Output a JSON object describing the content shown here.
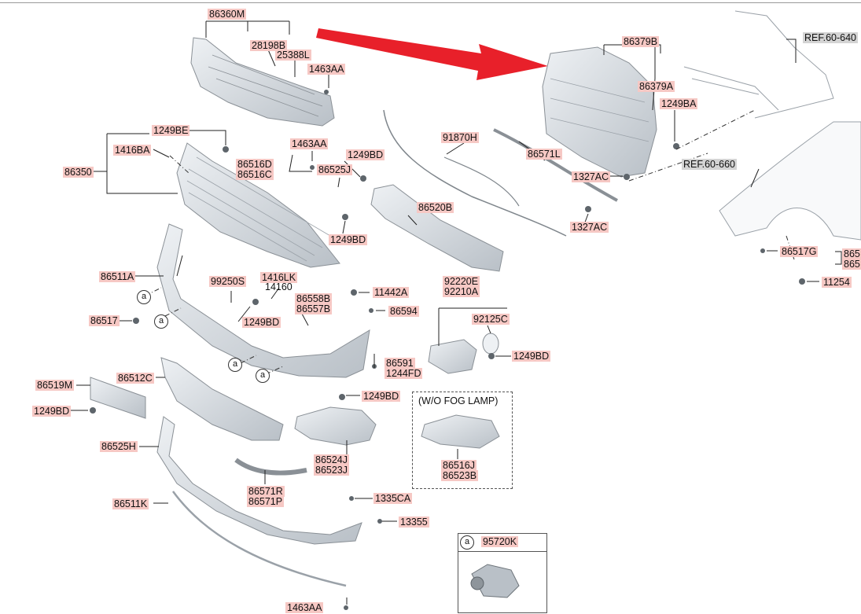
{
  "labels": {
    "l86360M": "86360M",
    "l28198B": "28198B",
    "l25388L": "25388L",
    "l1463AA_a": "1463AA",
    "l1249BE": "1249BE",
    "l1416BA": "1416BA",
    "l86350": "86350",
    "l1463AA_b": "1463AA",
    "l86516D": "86516D",
    "l86516C": "86516C",
    "l1249BD_a": "1249BD",
    "l86525J": "86525J",
    "l1249BD_b": "1249BD",
    "l86520B": "86520B",
    "l91870H": "91870H",
    "l86571L": "86571L",
    "l86379B": "86379B",
    "l86379A": "86379A",
    "l1249BA": "1249BA",
    "l1327AC_a": "1327AC",
    "l1327AC_b": "1327AC",
    "lREF640": "REF.60-640",
    "lREF660": "REF.60-660",
    "l86517G": "86517G",
    "l865_a": "865",
    "l865_b": "865",
    "l11254": "11254",
    "l86511A": "86511A",
    "l99250S": "99250S",
    "l1416LK": "1416LK",
    "l14160": "14160",
    "l86558B": "86558B",
    "l86557B": "86557B",
    "l11442A": "11442A",
    "l86594": "86594",
    "l92220E": "92220E",
    "l92210A": "92210A",
    "l92125C": "92125C",
    "l1249BD_c": "1249BD",
    "l86517": "86517",
    "l1249BD_d": "1249BD",
    "l86591": "86591",
    "l1244FD": "1244FD",
    "l86519M": "86519M",
    "l86512C": "86512C",
    "l1249BD_e": "1249BD",
    "l1249BD_f": "1249BD",
    "lWOFOG": "(W/O FOG LAMP)",
    "l86524J": "86524J",
    "l86523J": "86523J",
    "l86516J": "86516J",
    "l86523B": "86523B",
    "l86525H": "86525H",
    "l86571R": "86571R",
    "l86571P": "86571P",
    "l86511K": "86511K",
    "l1335CA": "1335CA",
    "l13355": "13355",
    "l95720K": "95720K",
    "l1463AA_c": "1463AA"
  },
  "circle_letter": "a",
  "colors": {
    "arrow": "#e8202a",
    "label_bg": "#f6c8c4",
    "ref_bg": "#d4d4d4",
    "part_fill": "#d6dbe0",
    "part_edge": "#8a9096"
  }
}
